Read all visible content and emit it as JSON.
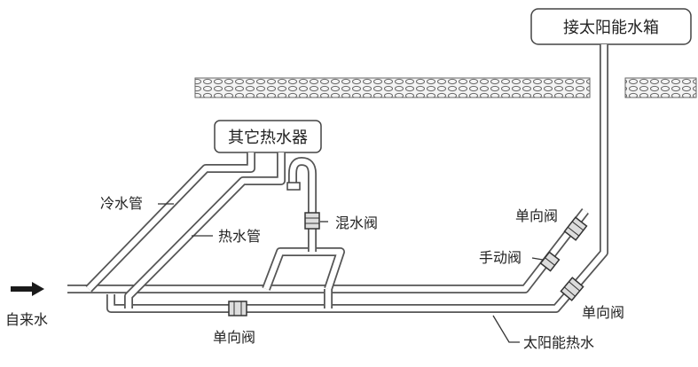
{
  "labels": {
    "solar_tank": "接太阳能水箱",
    "other_heater": "其它热水器",
    "cold_pipe": "冷水管",
    "hot_pipe": "热水管",
    "mixing_valve": "混水阀",
    "check_valve_upper": "单向阀",
    "manual_valve": "手动阀",
    "check_valve_right": "单向阀",
    "check_valve_bottom": "单向阀",
    "tap_water": "自来水",
    "solar_hot_water": "太阳能热水"
  },
  "colors": {
    "pipe_outline": "#555555",
    "pipe_fill": "#ffffff",
    "text": "#222222",
    "arrow": "#1a1a1a"
  }
}
